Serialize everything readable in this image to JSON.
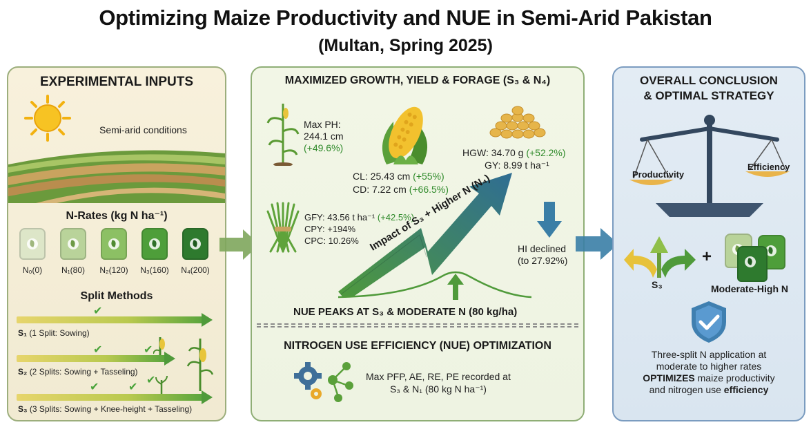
{
  "title": "Optimizing Maize Productivity and NUE in Semi-Arid Pakistan",
  "subtitle": "(Multan, Spring 2025)",
  "inputs": {
    "heading": "EXPERIMENTAL INPUTS",
    "climate": "Semi-arid conditions",
    "nrates_heading": "N-Rates (kg N ha⁻¹)",
    "nrates": [
      "N₀(0)",
      "N₁(80)",
      "N₂(120)",
      "N₃(160)",
      "N₄(200)"
    ],
    "split_heading": "Split Methods",
    "splits": [
      {
        "code": "S₁",
        "desc": "(1 Split: Sowing)"
      },
      {
        "code": "S₂",
        "desc": "(2 Splits: Sowing + Tasseling)"
      },
      {
        "code": "S₃",
        "desc": "(3 Splits: Sowing + Knee-height + Tasseling)"
      }
    ]
  },
  "growth": {
    "heading": "MAXIMIZED GROWTH, YIELD & FORAGE (S₃ & N₄)",
    "ph_label": "Max PH:",
    "ph_value": "244.1 cm",
    "ph_change": "(+49.6%)",
    "cl_text": "CL: 25.43 cm",
    "cl_change": "(+55%)",
    "cd_text": "CD: 7.22 cm",
    "cd_change": "(+66.5%)",
    "hgw_text": "HGW: 34.70 g",
    "hgw_change": "(+52.2%)",
    "gy_text": "GY: 8.99 t ha⁻¹",
    "gfy_text": "GFY: 43.56 t ha⁻¹",
    "gfy_change": "(+42.5%)",
    "cpy_text": "CPY: +194%",
    "cpc_text": "CPC: 10.26%",
    "arrow_label": "Impact of S₃ + Higher N (N₄)",
    "hi_line1": "HI declined",
    "hi_line2": "(to 27.92%)",
    "nue_peak": "NUE PEAKS AT S₃ & MODERATE N (80 kg/ha)"
  },
  "nue": {
    "heading": "NITROGEN USE EFFICIENCY (NUE) OPTIMIZATION",
    "line1": "Max PFP, AE, RE, PE recorded at",
    "line2": "S₃ & N₁ (80 kg N ha⁻¹)"
  },
  "conclusion": {
    "heading_line1": "OVERALL CONCLUSION",
    "heading_line2": "& OPTIMAL STRATEGY",
    "productivity": "Productivity",
    "efficiency": "Efficiency",
    "s3": "S₃",
    "plus": "+",
    "moderate_high": "Moderate-High N",
    "text_line1": "Three-split N application at",
    "text_line2": "moderate to higher rates",
    "text_bold": "OPTIMIZES",
    "text_line3_rest": "maize productivity",
    "text_line4_a": "and nitrogen use ",
    "text_line4_b": "efficiency"
  },
  "colors": {
    "panel_left_bg": "#f5eed8",
    "panel_mid_bg": "#eff4e4",
    "panel_right_bg": "#dde8f2",
    "green_accent": "#2f8a2a",
    "arrow_blue": "#3a7ea6",
    "bag_shades": [
      "#dde6c8",
      "#b9d39a",
      "#8cc064",
      "#4e9e3a",
      "#2e7a2e"
    ]
  }
}
